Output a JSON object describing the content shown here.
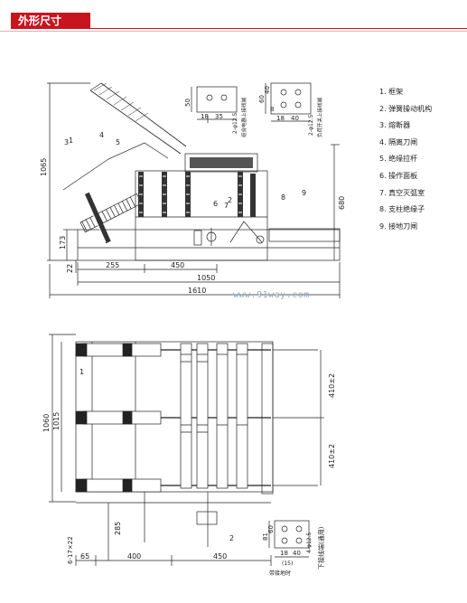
{
  "header": {
    "title": "外形尺寸",
    "accent": "#c8141e"
  },
  "legend": [
    "1. 框架",
    "2. 弹簧操动机构",
    "3. 熔断器",
    "4. 隔离刀闸",
    "5. 绝缘拉杆",
    "6. 操作面板",
    "7. 真空灭弧室",
    "8. 支柱绝缘子",
    "9. 接地刀闸"
  ],
  "watermark": "www.91way.com",
  "side_view": {
    "dims": {
      "h1065": "1065",
      "h173": "173",
      "h22": "22",
      "h680": "680",
      "w255": "255",
      "w450": "450",
      "w1050": "1050",
      "w1610": "1610"
    },
    "callouts": {
      "c1": "1",
      "c2": "2",
      "c3": "3",
      "c4": "4",
      "c5": "5",
      "c6": "6",
      "c7": "7",
      "c8": "8",
      "c9": "9"
    }
  },
  "terminal_a": {
    "d50": "50",
    "d18": "18",
    "d35": "35",
    "hole": "2-φ12.5",
    "note": "组合电器上接线端"
  },
  "terminal_b": {
    "d60": "60",
    "d40": "40",
    "d8": "8",
    "d18": "18",
    "d40b": "40",
    "hole": "2-φ12.5",
    "note": "负荷开关上接线端"
  },
  "top_view": {
    "dims": {
      "h1060": "1060",
      "h1015": "1015",
      "h285": "285",
      "h22": "6-17×22",
      "w65": "65",
      "w400": "400",
      "w450": "450",
      "v410a": "410±2",
      "v410b": "410±2"
    },
    "callouts": {
      "c1": "1",
      "c2": "2"
    }
  },
  "terminal_c": {
    "d81": "81",
    "d60": "60",
    "d18": "18",
    "d40": "40",
    "d15": "(15)",
    "hole": "4-φ12.5",
    "note": "下接线端(通用)",
    "note2": "带接地时"
  }
}
